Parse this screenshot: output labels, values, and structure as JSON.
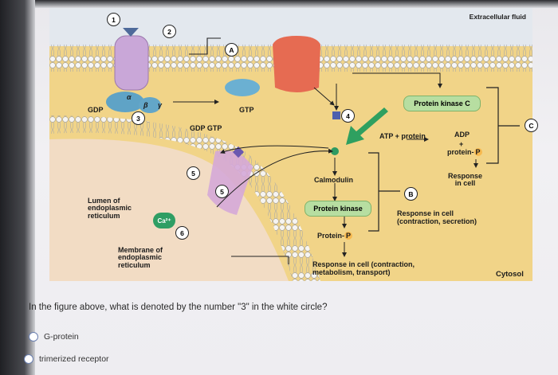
{
  "figure": {
    "labels": {
      "extracellular": "Extracellular fluid",
      "cytosol": "Cytosol",
      "gdp_left": "GDP",
      "gtp": "GTP",
      "gdp_gtp": "GDP  GTP",
      "alpha": "α",
      "beta": "β",
      "gamma": "γ",
      "protein_kinase_c": "Protein kinase C",
      "atp_protein": "ATP + protein",
      "adp": "ADP",
      "plus": "+",
      "protein_p_right": "protein-",
      "p_letter": "P",
      "response_cell": "Response\nin cell",
      "calmodulin": "Calmodulin",
      "protein_kinase": "Protein kinase",
      "protein_p": "Protein-",
      "response_cell_2": "Response in cell\n(contraction, secretion)",
      "response_cell_3": "Response in cell (contraction,\nmetabolism, transport)",
      "lumen": "Lumen of\nendoplasmic\nreticulum",
      "membrane_er": "Membrane of\nendoplasmic\nreticulum",
      "calcium": "Ca²⁺"
    },
    "markers": [
      "1",
      "2",
      "3",
      "4",
      "5",
      "5",
      "6",
      "A",
      "B",
      "C"
    ]
  },
  "question": {
    "text": "In the figure above, what is denoted by the number \"3\" in the white circle?",
    "options": [
      {
        "label": "G-protein",
        "selected": false
      },
      {
        "label": "trimerized receptor",
        "selected": false
      }
    ]
  },
  "colors": {
    "membrane_band": "#f4d884",
    "cytosol_bg": "#f1d488",
    "extracellular_bg": "#dfe7ef",
    "receptor_purple": "#c9a7d8",
    "g_protein_blue": "#63a6c8",
    "channel_red": "#e66b52",
    "green_pill": "#b7dea1",
    "arrow_green": "#2fa060"
  }
}
